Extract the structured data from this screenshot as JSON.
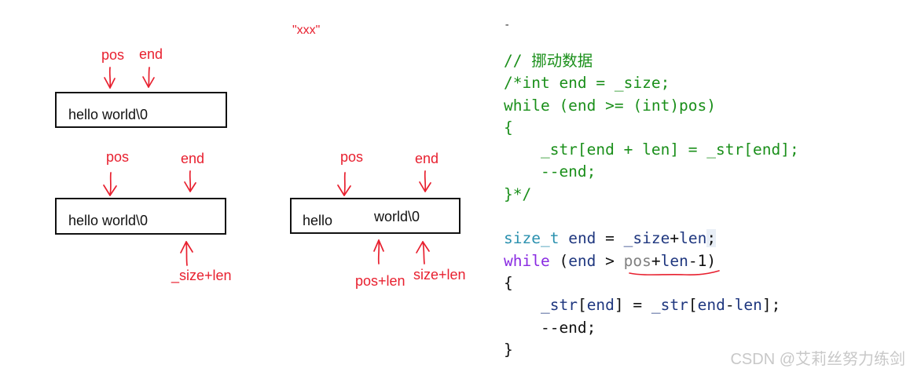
{
  "diagram": {
    "xxx_label": "\"xxx\"",
    "d1": {
      "pos": "pos",
      "end": "end",
      "box_text": "hello world\\0"
    },
    "d2": {
      "pos": "pos",
      "end": "end",
      "box_text": "hello world\\0",
      "bottom": "_size+len"
    },
    "d3": {
      "pos": "pos",
      "end": "end",
      "box_left": "hello",
      "box_right": "world\\0",
      "bottom_left": "pos+len",
      "bottom_right": "size+len"
    }
  },
  "code": {
    "dash": "-",
    "line1": "// 挪动数据",
    "line2": "/*int end = _size;",
    "line3": "while (end >= (int)pos)",
    "line4": "{",
    "line5": "    _str[end + len] = _str[end];",
    "line6": "    --end;",
    "line7": "}*/",
    "l9_type": "size_t",
    "l9_sp1": " ",
    "l9_end": "end",
    "l9_eq": " = ",
    "l9_size": "_size",
    "l9_plus": "+",
    "l9_len": "len",
    "l9_semi": ";",
    "l10_kw": "while",
    "l10_a": " (",
    "l10_end": "end",
    "l10_gt": " > ",
    "l10_pos": "pos",
    "l10_plus": "+",
    "l10_len": "len",
    "l10_rest": "-1)",
    "line11": "{",
    "l12_ind": "    ",
    "l12_str": "_str",
    "l12_b1": "[",
    "l12_end": "end",
    "l12_b2": "] = ",
    "l12_str2": "_str",
    "l12_b3": "[",
    "l12_end2": "end",
    "l12_minus": "-",
    "l12_len": "len",
    "l12_b4": "];",
    "line13": "    --end;",
    "line14": "}"
  },
  "watermark": "CSDN @艾莉丝努力练剑",
  "colors": {
    "annotation_red": "#e8202f",
    "comment_green": "#1a8f1a",
    "keyword_purple": "#8a2be2",
    "type_teal": "#2b91af"
  }
}
